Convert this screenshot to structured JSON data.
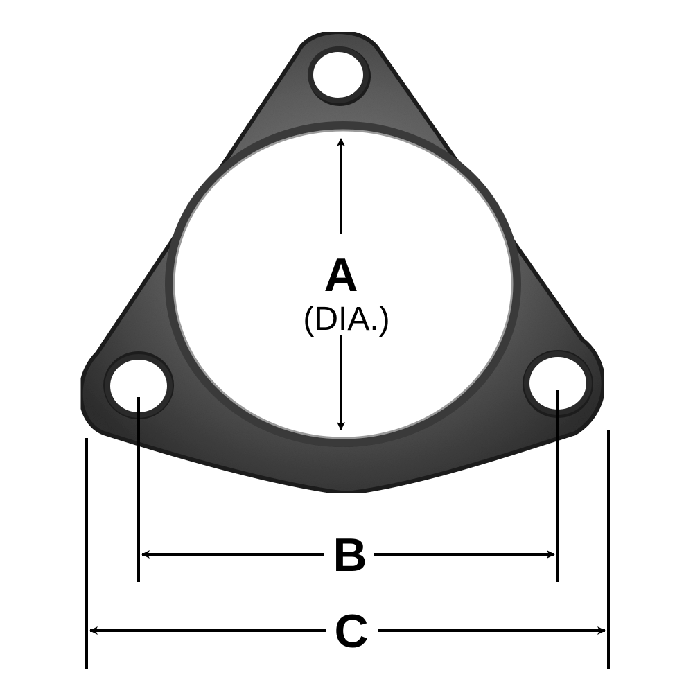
{
  "labels": {
    "a": "A",
    "a_sub": "(DIA.)",
    "b": "B",
    "c": "C"
  },
  "colors": {
    "flange_dark": "#2e2e2e",
    "flange_mid": "#6e6e6e",
    "flange_light": "#9a9a9a",
    "line": "#000000",
    "background": "#ffffff"
  }
}
